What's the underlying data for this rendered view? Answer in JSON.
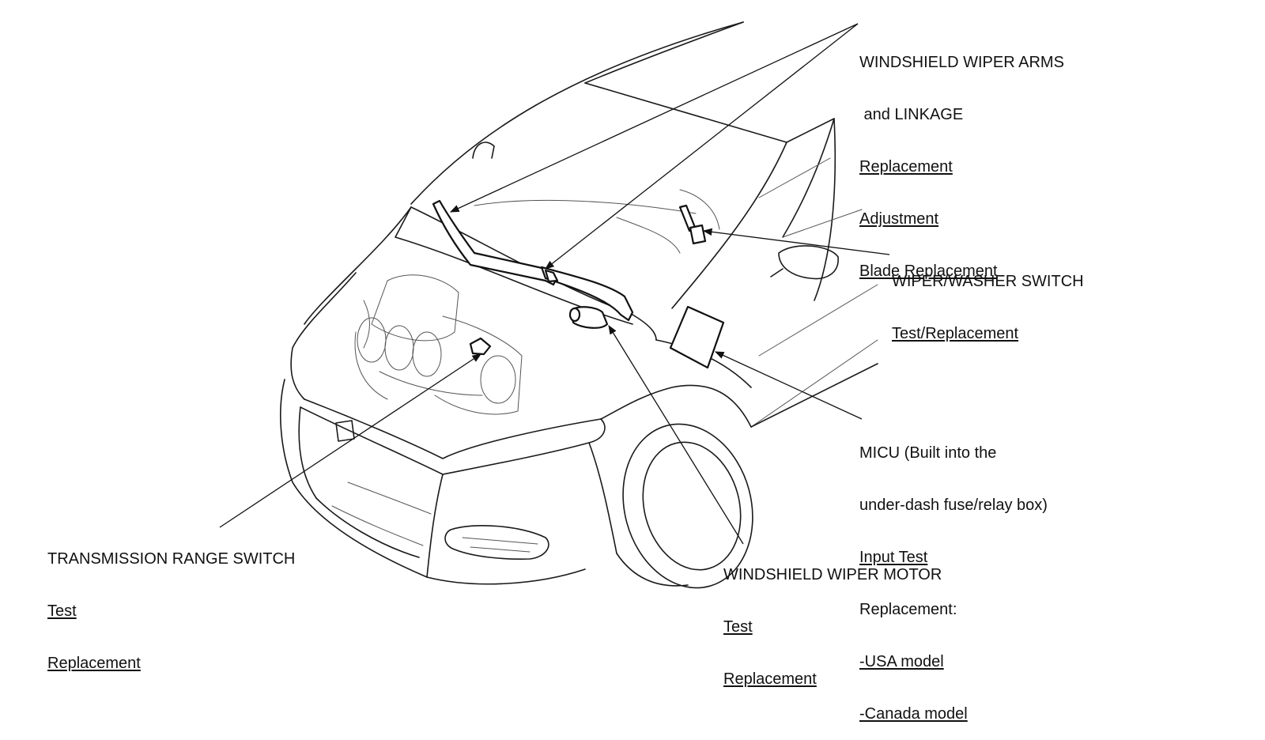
{
  "callouts": {
    "wiper_arms": {
      "title_line1": "WINDSHIELD WIPER ARMS",
      "title_line2": " and LINKAGE",
      "links": [
        "Replacement",
        "Adjustment",
        "Blade Replacement"
      ]
    },
    "washer_switch": {
      "title": "WIPER/WASHER SWITCH",
      "links": [
        "Test/Replacement"
      ]
    },
    "micu": {
      "title_line1": "MICU (Built into the",
      "title_line2": "under-dash fuse/relay box)",
      "link_input": "Input Test",
      "replacement_label": "Replacement:",
      "links": [
        "-USA model",
        "-Canada model"
      ]
    },
    "wiper_motor": {
      "title": "WINDSHIELD WIPER MOTOR",
      "links": [
        "Test",
        "Replacement"
      ]
    },
    "trans_switch": {
      "title": "TRANSMISSION RANGE SWITCH",
      "links": [
        "Test",
        "Replacement"
      ]
    }
  }
}
